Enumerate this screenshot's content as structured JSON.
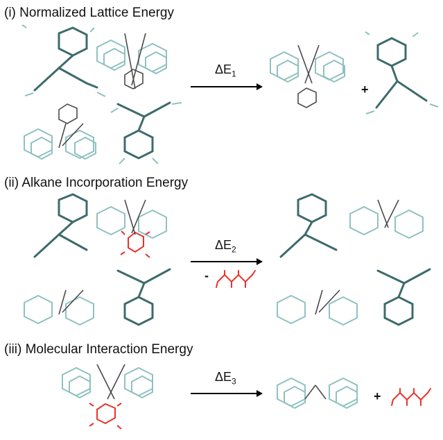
{
  "sections": [
    {
      "title": "(i) Normalized Lattice Energy",
      "energy": "ΔE",
      "energy_sub": "1"
    },
    {
      "title": "(ii) Alkane Incorporation Energy",
      "energy": "ΔE",
      "energy_sub": "2",
      "minus": "-"
    },
    {
      "title": "(iii) Molecular Interaction Energy",
      "energy": "ΔE",
      "energy_sub": "3"
    }
  ],
  "plus": "+",
  "colors": {
    "bond_teal": "#3d6b6b",
    "atom_light": "#8fc1c1",
    "hydrogen": "#cfe5e5",
    "bond_dark": "#4a4a4a",
    "alkane_red": "#e8322a"
  }
}
